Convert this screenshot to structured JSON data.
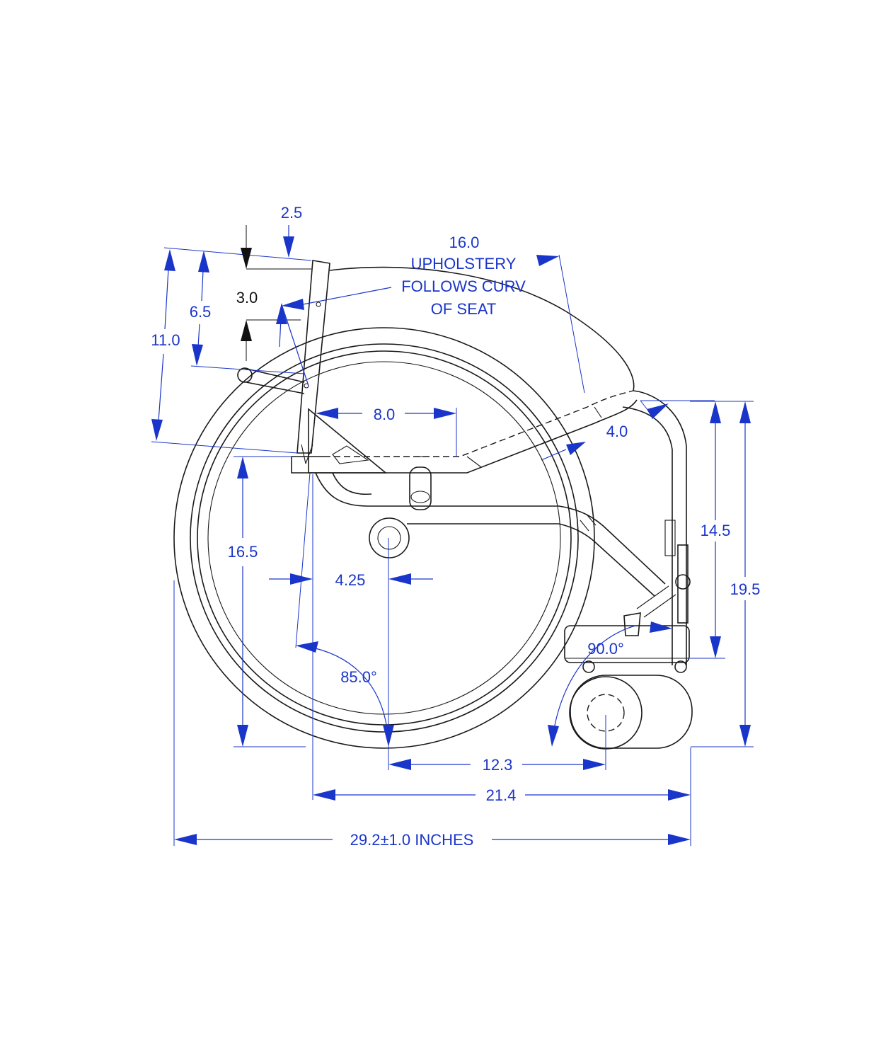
{
  "drawing": {
    "colors": {
      "dimension": "#1a35c9",
      "part_outline": "#1a1a1a",
      "background": "#ffffff"
    },
    "dimensions": {
      "backrest_top_offset": "2.5",
      "backrest_angle_adjust": "3.0",
      "backrest_height_upper": "6.5",
      "backrest_height_total": "11.0",
      "seat_depth_curve": "16.0",
      "upholstery_note_line1": "UPHOLSTERY",
      "upholstery_note_line2": "FOLLOWS CURV",
      "upholstery_note_line3": "OF SEAT",
      "seat_cushion_depth": "8.0",
      "front_frame_bend": "4.0",
      "seat_floor_height": "16.5",
      "axle_offset": "4.25",
      "backrest_angle": "85.0°",
      "footrest_angle": "90.0°",
      "front_seat_height": "14.5",
      "front_overall_height": "19.5",
      "axle_to_caster": "12.3",
      "frame_length": "21.4",
      "overall_length": "29.2±1.0 INCHES"
    }
  }
}
